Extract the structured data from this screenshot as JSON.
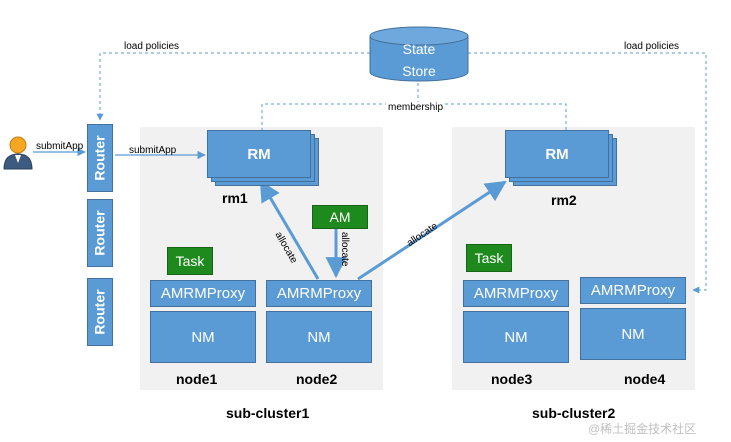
{
  "store": {
    "line1": "State",
    "line2": "Store"
  },
  "links": {
    "load_left": "load policies",
    "load_right": "load policies",
    "membership": "membership"
  },
  "client": {
    "submit_left": "submitApp",
    "submit_router": "submitApp"
  },
  "routers": [
    "Router",
    "Router",
    "Router"
  ],
  "cluster1": {
    "label": "sub-cluster1",
    "rm": "RM",
    "rm_name": "rm1",
    "am": "AM",
    "task": "Task",
    "proxy1": "AMRMProxy",
    "proxy2": "AMRMProxy",
    "nm1": "NM",
    "nm2": "NM",
    "node1": "node1",
    "node2": "node2",
    "allocate_a": "allocate",
    "allocate_b": "allocate"
  },
  "cluster2": {
    "label": "sub-cluster2",
    "rm": "RM",
    "rm_name": "rm2",
    "task": "Task",
    "proxy3": "AMRMProxy",
    "proxy4": "AMRMProxy",
    "nm3": "NM",
    "nm4": "NM",
    "node3": "node3",
    "node4": "node4"
  },
  "cross_allocate": "allocate",
  "watermark": "@稀土掘金技术社区",
  "colors": {
    "box": "#5b9bd5",
    "box_border": "#41719c",
    "green": "#1e8a1e",
    "cluster_bg": "#f1f1f1",
    "line": "#5b9bd5"
  }
}
